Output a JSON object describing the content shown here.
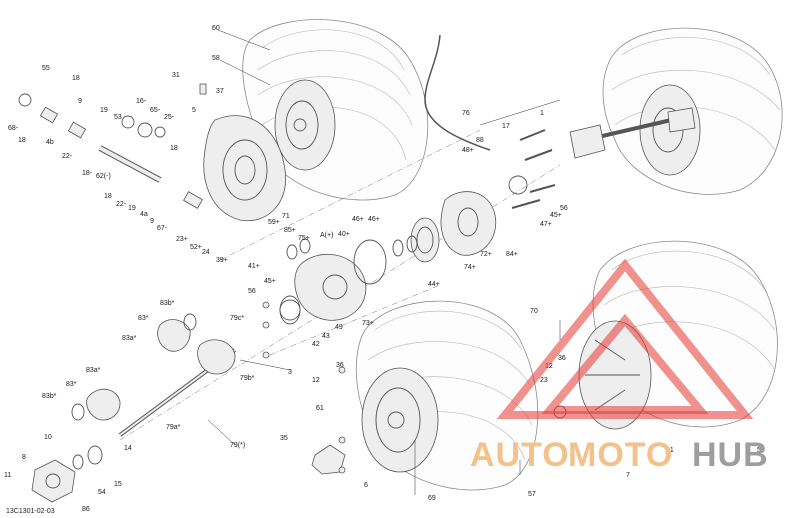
{
  "diagram_code": "13C1301-02-03",
  "watermark": {
    "part1": "AUTO",
    "part2": "MOTO",
    "part3": "HUB",
    "color_orange": "#f2c28a",
    "color_gray": "#9e9e9e",
    "color_red": "#e53935"
  },
  "callouts": [
    "55",
    "18",
    "9",
    "68-",
    "18",
    "4b",
    "19",
    "53",
    "16-",
    "65-",
    "25-",
    "22-",
    "18",
    "62(-)",
    "18-",
    "18",
    "22-",
    "19",
    "4a",
    "9",
    "67-",
    "23+",
    "52+",
    "24",
    "39+",
    "31",
    "5",
    "37",
    "58",
    "60",
    "71",
    "59+",
    "41+",
    "85+",
    "75+",
    "A(+)",
    "40+",
    "46+",
    "46+",
    "44+",
    "45+",
    "56",
    "79c*",
    "43",
    "42",
    "49",
    "73+",
    "83b*",
    "83*",
    "83a*",
    "83a*",
    "83*",
    "83b*",
    "79b*",
    "3",
    "79a*",
    "79(*)",
    "10",
    "8",
    "11",
    "86",
    "54",
    "15",
    "14",
    "76",
    "1",
    "88",
    "48+",
    "17",
    "56",
    "45+",
    "47+",
    "74+",
    "72+",
    "84+",
    "70",
    "12",
    "36",
    "23",
    "51",
    "50",
    "12",
    "61",
    "36",
    "35",
    "6",
    "69",
    "57",
    "7"
  ]
}
